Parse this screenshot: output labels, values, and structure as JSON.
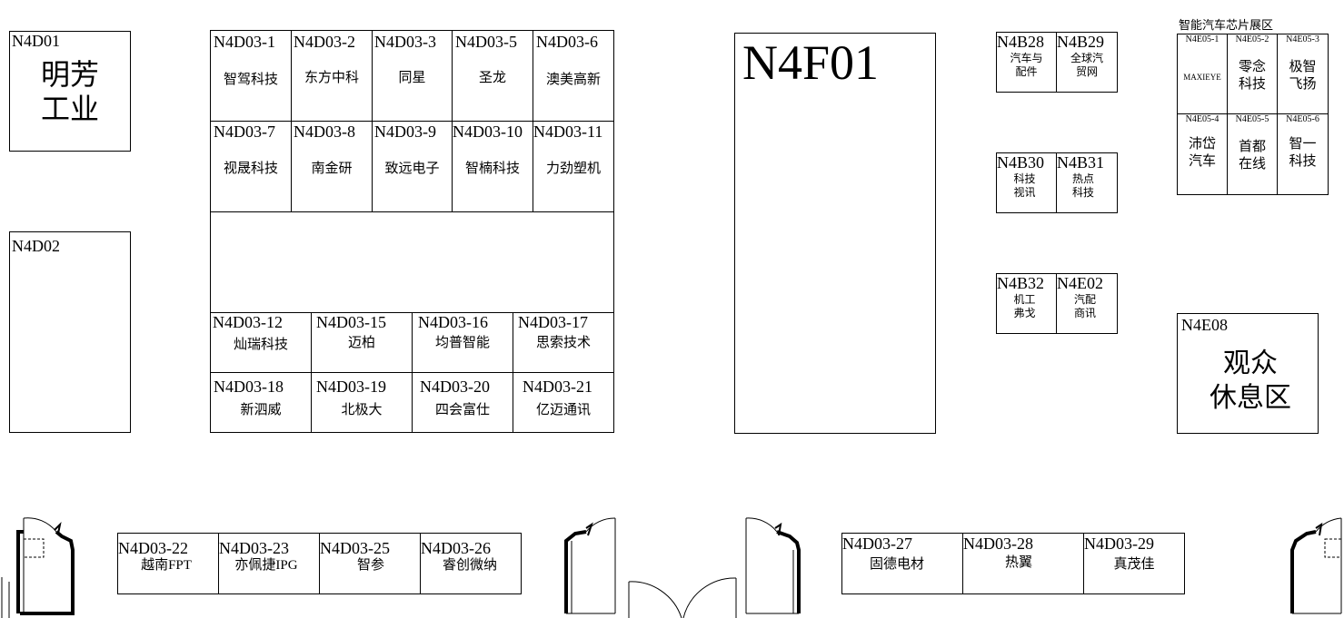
{
  "left": {
    "n4d01": {
      "code": "N4D01",
      "name": "明芳\n工业"
    },
    "n4d02": {
      "code": "N4D02"
    }
  },
  "block": {
    "row1": [
      {
        "code": "N4D03-1",
        "name": "智驾科技"
      },
      {
        "code": "N4D03-2",
        "name": "东方中科"
      },
      {
        "code": "N4D03-3",
        "name": "同星"
      },
      {
        "code": "N4D03-5",
        "name": "圣龙"
      },
      {
        "code": "N4D03-6",
        "name": "澳美高新"
      }
    ],
    "row2": [
      {
        "code": "N4D03-7",
        "name": "视晟科技"
      },
      {
        "code": "N4D03-8",
        "name": "南金研"
      },
      {
        "code": "N4D03-9",
        "name": "致远电子"
      },
      {
        "code": "N4D03-10",
        "name": "智楠科技"
      },
      {
        "code": "N4D03-11",
        "name": "力劲塑机"
      }
    ],
    "row3": [
      {
        "code": "N4D03-12",
        "name": "灿瑞科技"
      },
      {
        "code": "N4D03-15",
        "name": "迈柏"
      },
      {
        "code": "N4D03-16",
        "name": "均普智能"
      },
      {
        "code": "N4D03-17",
        "name": "思索技术"
      }
    ],
    "row4": [
      {
        "code": "N4D03-18",
        "name": "新泗威"
      },
      {
        "code": "N4D03-19",
        "name": "北极大"
      },
      {
        "code": "N4D03-20",
        "name": "四会富仕"
      },
      {
        "code": "N4D03-21",
        "name": "亿迈通讯"
      }
    ]
  },
  "n4f01": {
    "code": "N4F01"
  },
  "bblock": [
    {
      "code": "N4B28",
      "name": "汽车与\n配件"
    },
    {
      "code": "N4B29",
      "name": "全球汽\n贸网"
    },
    {
      "code": "N4B30",
      "name": "科技\n视讯"
    },
    {
      "code": "N4B31",
      "name": "热点\n科技"
    },
    {
      "code": "N4B32",
      "name": "机工\n弗戈"
    },
    {
      "code": "N4E02",
      "name": "汽配\n商讯"
    }
  ],
  "chip_zone": {
    "title": "智能汽车芯片展区",
    "cells": [
      {
        "code": "N4E05-1",
        "name": "MAXIEYE"
      },
      {
        "code": "N4E05-2",
        "name": "零念\n科技"
      },
      {
        "code": "N4E05-3",
        "name": "极智\n飞扬"
      },
      {
        "code": "N4E05-4",
        "name": "沛岱\n汽车"
      },
      {
        "code": "N4E05-5",
        "name": "首都\n在线"
      },
      {
        "code": "N4E05-6",
        "name": "智一\n科技"
      }
    ]
  },
  "lounge": {
    "code": "N4E08",
    "name": "观众\n休息区"
  },
  "bottom_left": [
    {
      "code": "N4D03-22",
      "name": "越南FPT"
    },
    {
      "code": "N4D03-23",
      "name": "亦佩捷IPG"
    },
    {
      "code": "N4D03-25",
      "name": "智参"
    },
    {
      "code": "N4D03-26",
      "name": "睿创微纳"
    }
  ],
  "bottom_right": [
    {
      "code": "N4D03-27",
      "name": "固德电材"
    },
    {
      "code": "N4D03-28",
      "name": "热翼"
    },
    {
      "code": "N4D03-29",
      "name": "真茂佳"
    }
  ]
}
